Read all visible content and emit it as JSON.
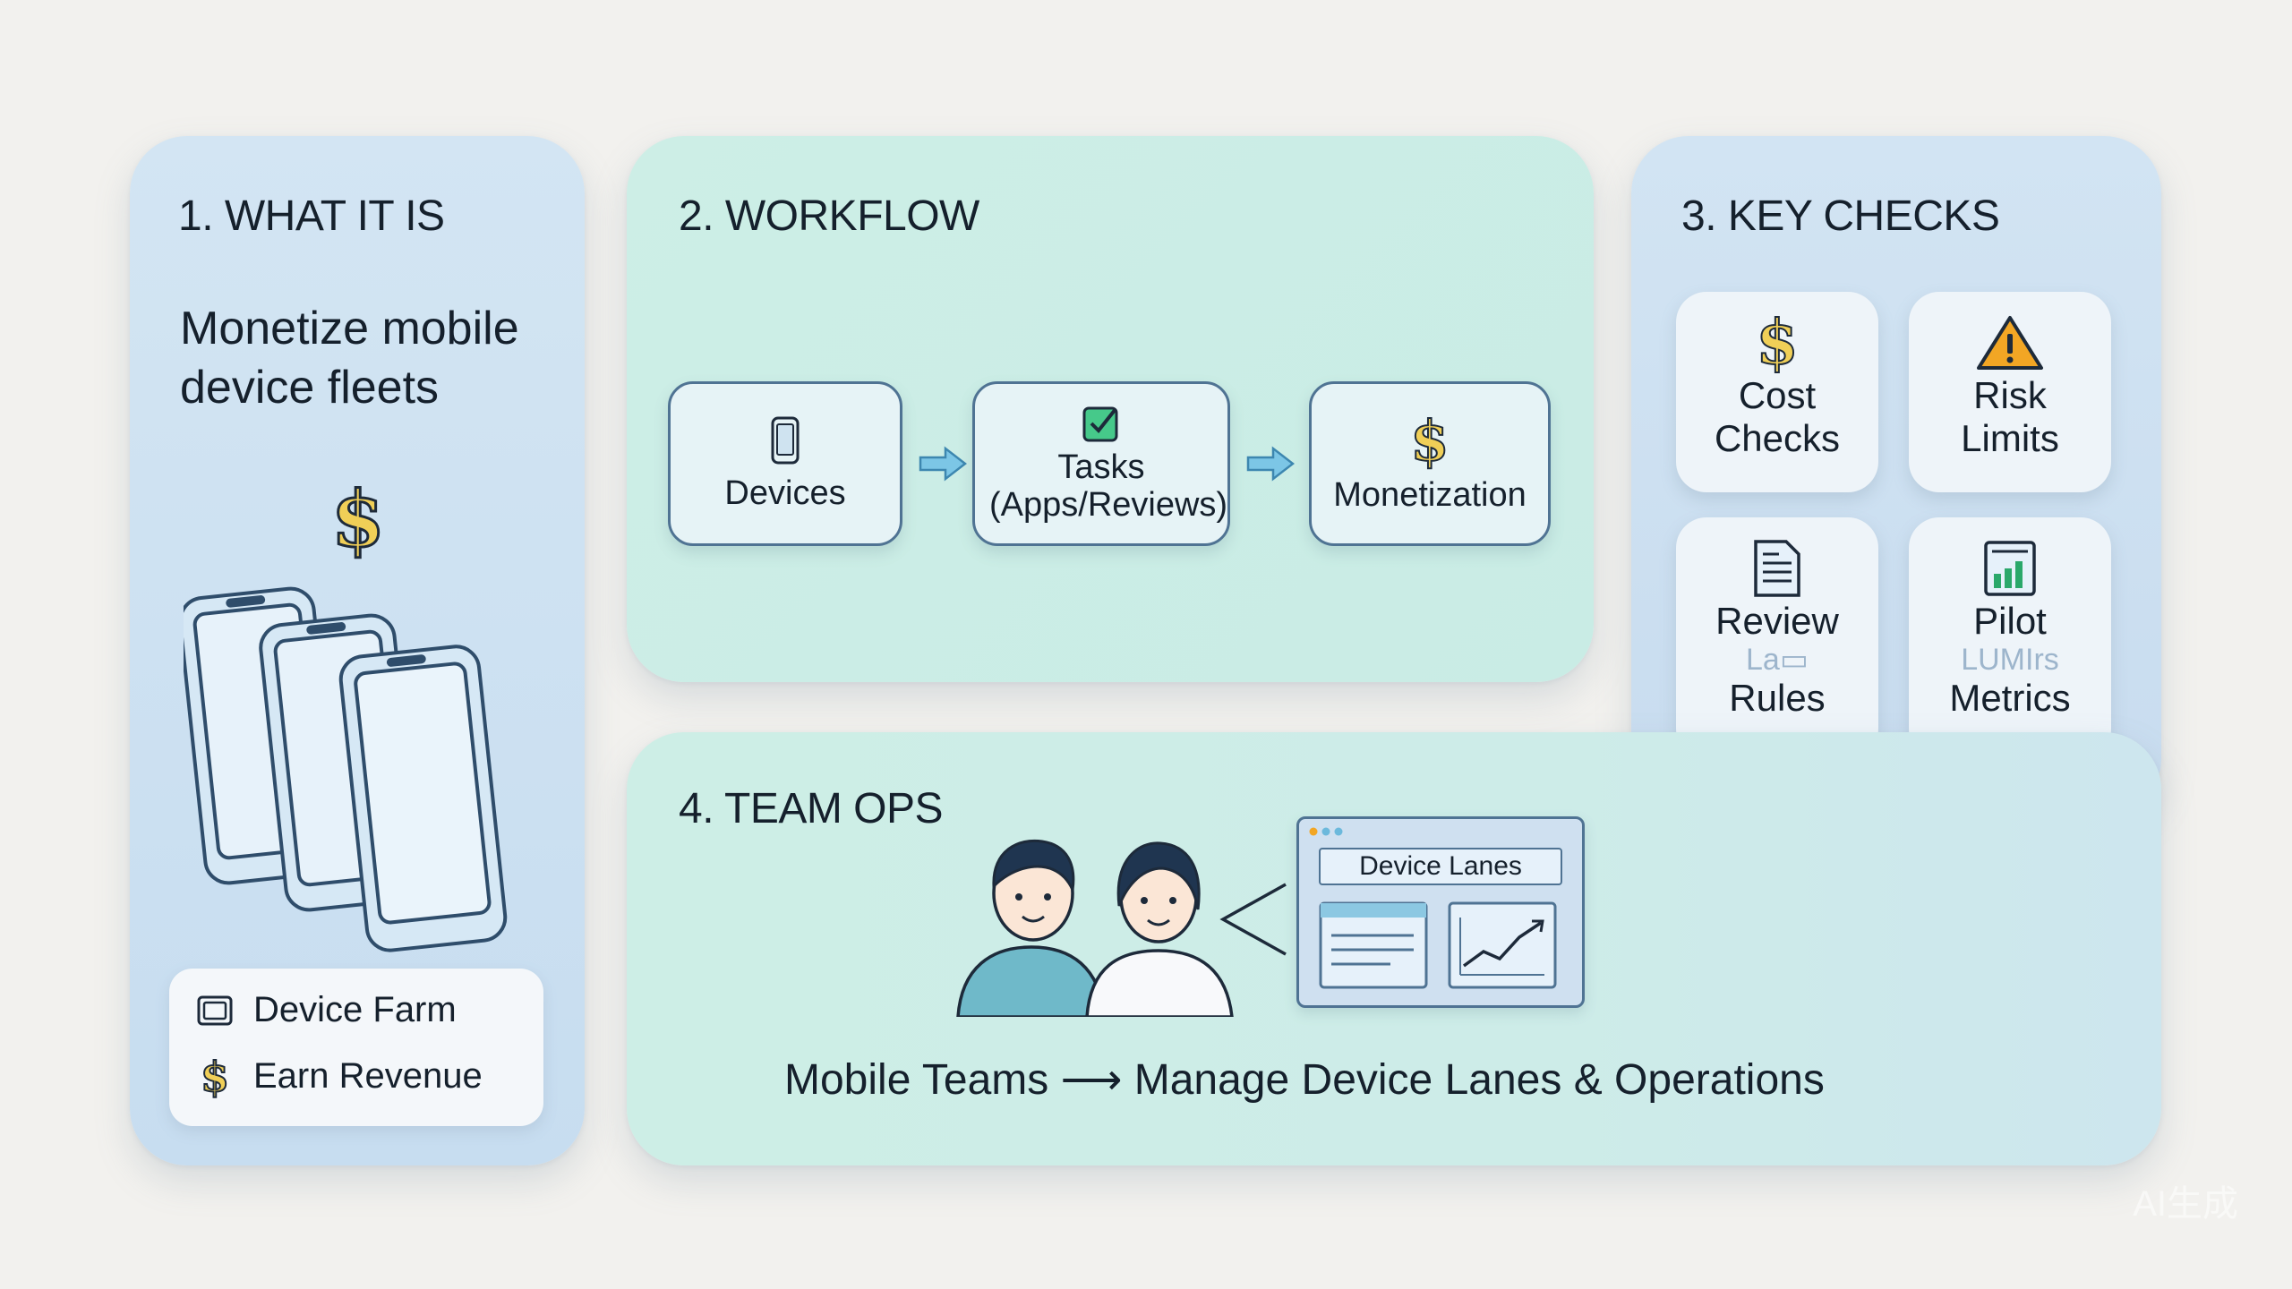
{
  "panels": {
    "what_it_is": {
      "title": "1. WHAT IT IS",
      "subtitle": "Monetize mobile device fleets",
      "dollar_symbol": "$",
      "legend": [
        {
          "icon": "device-farm-icon",
          "label": "Device Farm"
        },
        {
          "icon": "dollar-icon",
          "label": "Earn Revenue"
        }
      ]
    },
    "workflow": {
      "title": "2. WORKFLOW",
      "steps": [
        {
          "icon": "phone-icon",
          "label": "Devices"
        },
        {
          "icon": "checkbox-icon",
          "label": "Tasks (Apps/Reviews)"
        },
        {
          "icon": "dollar-icon",
          "label": "Monetization"
        }
      ]
    },
    "key_checks": {
      "title": "3. KEY CHECKS",
      "cards": [
        {
          "icon": "dollar-icon",
          "line1": "Cost",
          "line2": "Checks",
          "faint": ""
        },
        {
          "icon": "warning-icon",
          "line1": "Risk",
          "line2": "Limits",
          "faint": ""
        },
        {
          "icon": "document-icon",
          "line1": "Review",
          "line2": "Rules",
          "faint": "La▭"
        },
        {
          "icon": "bar-chart-icon",
          "line1": "Pilot",
          "line2": "Metrics",
          "faint": "LUMIrs"
        }
      ]
    },
    "team_ops": {
      "title": "4. TEAM OPS",
      "window_label": "Device Lanes",
      "caption": "Mobile Teams ⟶ Manage Device Lanes & Operations"
    }
  },
  "watermark": "AI生成",
  "colors": {
    "gold": "#f0cf57",
    "outline": "#1d2a3a",
    "stroke_blue": "#4f7393",
    "arrow_blue": "#6cb9dc",
    "mint_panel": "#cdeee6",
    "blue_panel": "#d0e3f3"
  }
}
